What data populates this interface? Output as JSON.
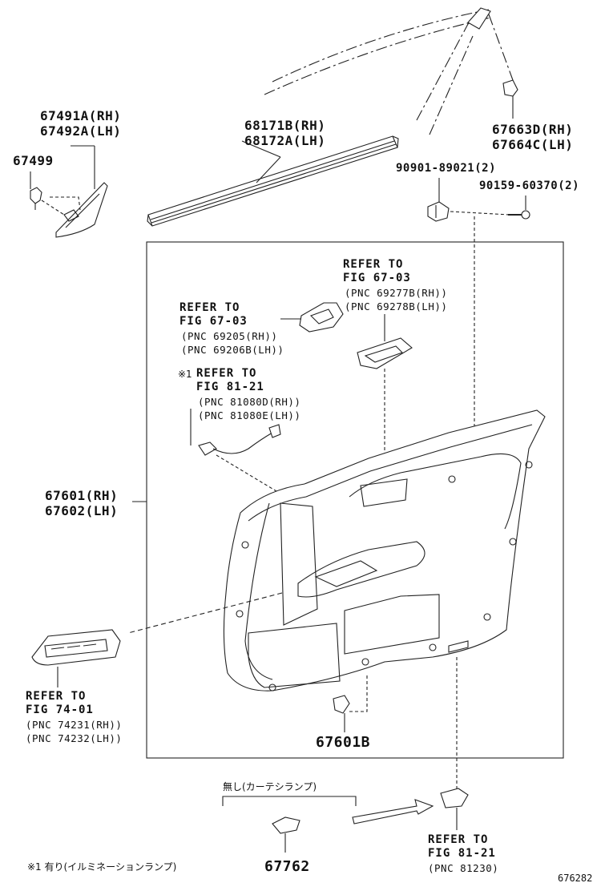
{
  "diagram_id": "676282",
  "callouts": {
    "corner_mirror": {
      "rh": "67491A(RH)",
      "lh": "67492A(LH)"
    },
    "clip_67499": "67499",
    "weatherstrip": {
      "rh": "68171B(RH)",
      "lh": "68172A(LH)"
    },
    "top_clip": {
      "rh": "67663D(RH)",
      "lh": "67664C(LH)"
    },
    "nut_90901": "90901-89021(2)",
    "screw_90159": "90159-60370(2)",
    "panel": {
      "rh": "67601(RH)",
      "lh": "67602(LH)"
    },
    "clip_67601b": "67601B",
    "lamp_67762": "67762"
  },
  "refs": {
    "handle_bezel": {
      "l1": "REFER TO",
      "l2": "FIG 67-03",
      "l3": "(PNC 69277B(RH))",
      "l4": "(PNC 69278B(LH))"
    },
    "inside_handle": {
      "l1": "REFER TO",
      "l2": "FIG 67-03",
      "l3": "(PNC 69205(RH))",
      "l4": "(PNC 69206B(LH))"
    },
    "wire": {
      "mark": "※1",
      "l1": "REFER TO",
      "l2": "FIG 81-21",
      "l3": "(PNC 81080D(RH))",
      "l4": "(PNC 81080E(LH))"
    },
    "switch": {
      "l1": "REFER TO",
      "l2": "FIG 74-01",
      "l3": "(PNC 74231(RH))",
      "l4": "(PNC 74232(LH))"
    },
    "courtesy_lamp": {
      "l1": "REFER TO",
      "l2": "FIG 81-21",
      "l3": "(PNC 81230)"
    }
  },
  "notes": {
    "without_courtesy": "無し(カーテシランプ)",
    "footnote": "※1 有り(イルミネーションランプ)"
  }
}
